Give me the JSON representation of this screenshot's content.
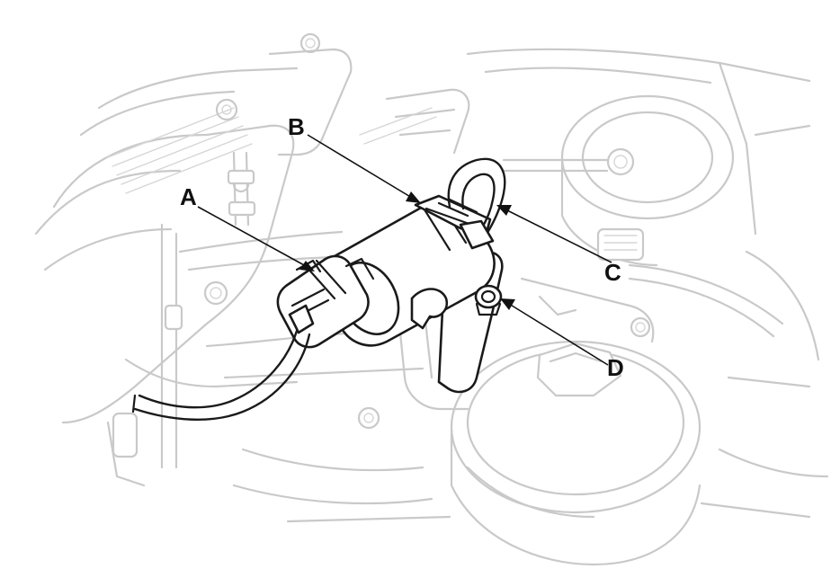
{
  "callouts": {
    "a": "A",
    "b": "B",
    "c": "C",
    "d": "D"
  },
  "colors": {
    "background": "#ffffff",
    "background_linework": "#c9c9c9",
    "part_linework": "#1a1a1a"
  }
}
